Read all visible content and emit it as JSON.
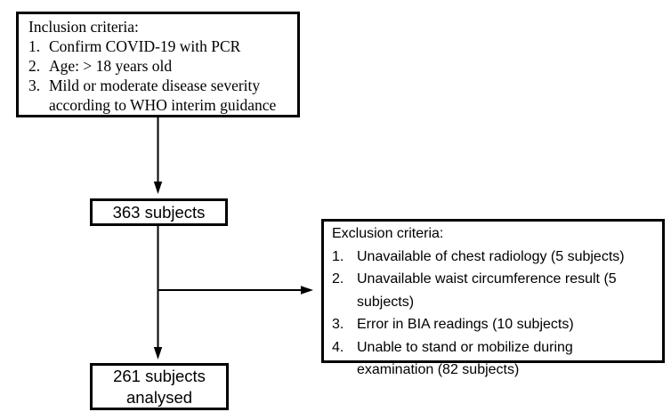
{
  "diagram": {
    "inclusion_box": {
      "title": "Inclusion criteria:",
      "items": [
        {
          "num": "1.",
          "text": "Confirm COVID-19 with PCR"
        },
        {
          "num": "2.",
          "text": "Age: > 18 years old"
        },
        {
          "num": "3.",
          "text": "Mild or moderate disease severity\naccording to WHO interim guidance"
        }
      ]
    },
    "subjects_box": {
      "label": "363 subjects"
    },
    "exclusion_box": {
      "title": "Exclusion criteria:",
      "items": [
        {
          "num": "1.",
          "text": "Unavailable of chest radiology (5 subjects)"
        },
        {
          "num": "2.",
          "text": "Unavailable waist circumference result (5\nsubjects)"
        },
        {
          "num": "3.",
          "text": "Error in BIA readings (10 subjects)"
        },
        {
          "num": "4.",
          "text": "Unable to stand or mobilize during\nexamination (82 subjects)"
        }
      ]
    },
    "analysed_box": {
      "label": "261 subjects\nanalysed"
    },
    "colors": {
      "line": "#000000",
      "background": "#ffffff"
    }
  }
}
